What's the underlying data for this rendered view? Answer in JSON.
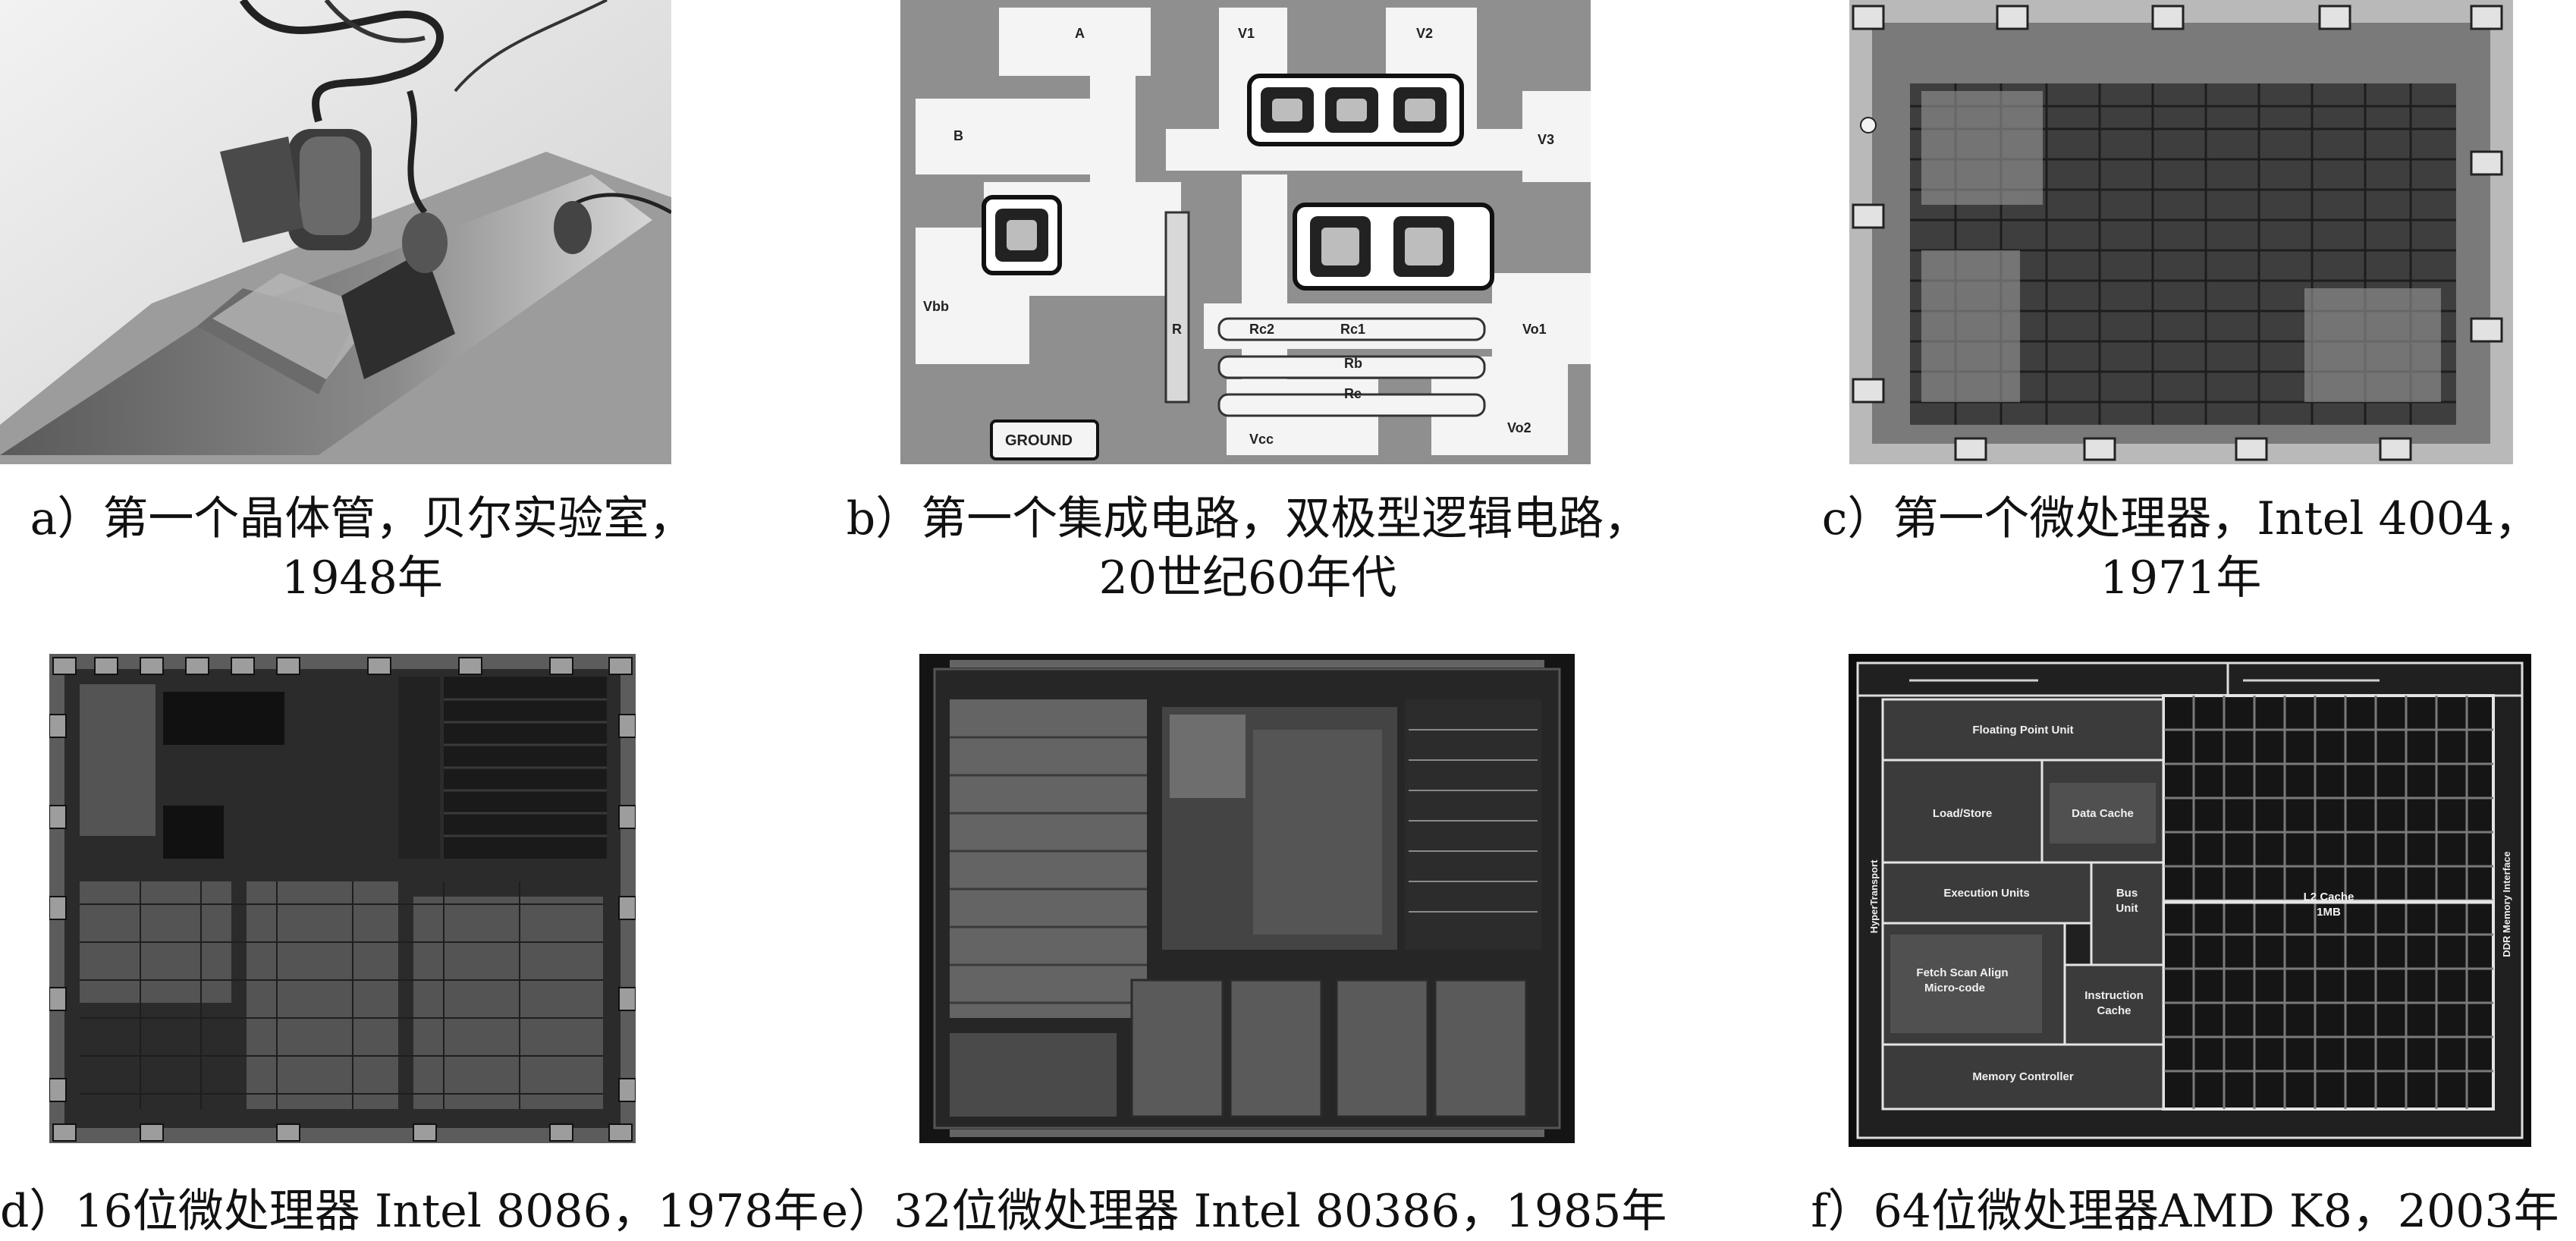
{
  "figures": [
    {
      "id": "a",
      "caption_line1": "a）第一个晶体管，贝尔实验室，",
      "caption_line2": "1948年",
      "image_alt": "first-transistor-photo"
    },
    {
      "id": "b",
      "caption_line1": "b）第一个集成电路，双极型逻辑电路，",
      "caption_line2": "20世纪60年代",
      "image_alt": "first-ic-photo",
      "labels": {
        "a": "A",
        "b": "B",
        "v1": "V1",
        "v2": "V2",
        "v3": "V3",
        "vbb": "Vbb",
        "r": "R",
        "rc2": "Rc2",
        "rc1": "Rc1",
        "rb": "Rb",
        "re": "Re",
        "vo1": "Vo1",
        "vo2": "Vo2",
        "vcc": "Vcc",
        "ground": "GROUND"
      }
    },
    {
      "id": "c",
      "caption_line1": "c）第一个微处理器，Intel 4004，",
      "caption_line2": "1971年",
      "image_alt": "intel-4004-die-photo"
    },
    {
      "id": "d",
      "caption_line1": "d）16位微处理器 Intel 8086，1978年",
      "image_alt": "intel-8086-die-photo"
    },
    {
      "id": "e",
      "caption_line1": "e）32位微处理器 Intel 80386，1985年",
      "image_alt": "intel-80386-die-photo"
    },
    {
      "id": "f",
      "caption_line1": "f）64位微处理器AMD K8，2003年",
      "image_alt": "amd-k8-die-photo",
      "blocks": {
        "fpu": "Floating Point Unit",
        "loadstore": "Load/Store",
        "dcache": "Data Cache",
        "exec": "Execution Units",
        "bus1": "Bus",
        "bus2": "Unit",
        "l2a": "L2 Cache",
        "l2b": "1MB",
        "fetch1": "Fetch Scan Align",
        "fetch2": "Micro-code",
        "icache1": "Instruction",
        "icache2": "Cache",
        "memctl": "Memory Controller",
        "ht": "HyperTransport",
        "ddr": "DDR Memory Interface"
      }
    }
  ]
}
